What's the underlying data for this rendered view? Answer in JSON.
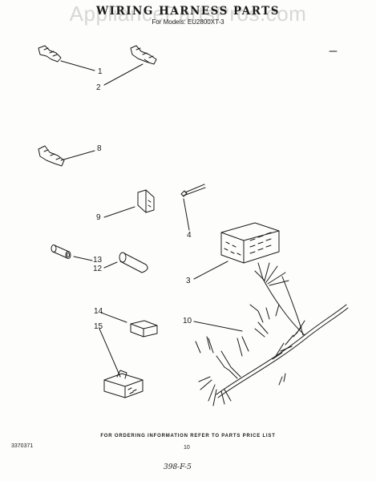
{
  "watermark": "AppliancePartsPros.com",
  "header": {
    "title": "WIRING HARNESS PARTS",
    "subtitle": "For Models: EU2800XT-3"
  },
  "callouts": {
    "c1": "1",
    "c2": "2",
    "c8": "8",
    "c9": "9",
    "c4": "4",
    "c13": "13",
    "c12": "12",
    "c3": "3",
    "c14": "14",
    "c15": "15",
    "c10": "10"
  },
  "footer": {
    "note": "FOR ORDERING INFORMATION REFER TO PARTS PRICE LIST",
    "code": "3370371",
    "page": "10",
    "handwritten": "398-F-5"
  },
  "colors": {
    "ink": "#1a1a1a",
    "paper": "#fdfdfb"
  }
}
